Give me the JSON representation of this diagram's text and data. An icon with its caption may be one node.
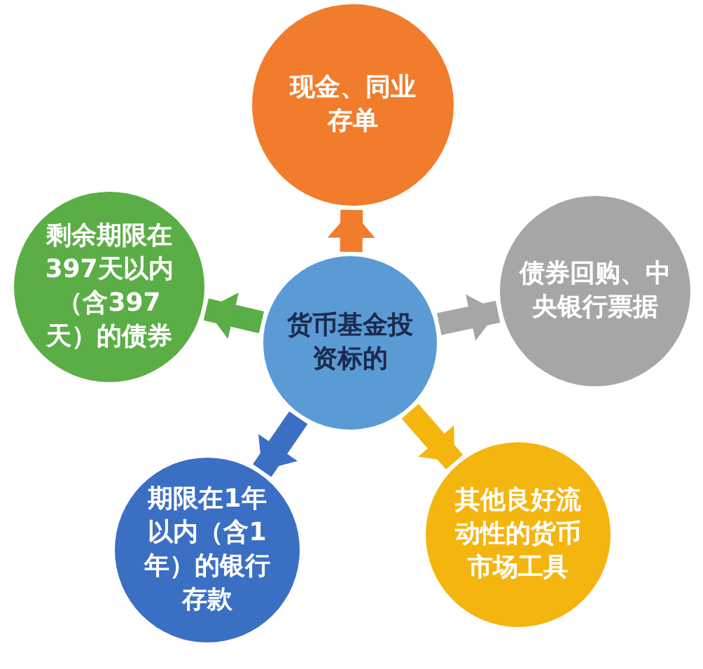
{
  "diagram": {
    "nodes": [
      {
        "text": [
          "货币基金投资标的"
        ]
      },
      {
        "text": [
          "现金、同业存单"
        ]
      },
      {
        "text": [
          "债券回购、中央银行票据"
        ]
      },
      {
        "text": [
          "其他良好流动性的货币市场工具"
        ]
      },
      {
        "text": [
          "期限在1年以内（含1年）的银行存款"
        ]
      },
      {
        "text": [
          "剩余期限在397天以内（含397天）的债券"
        ]
      }
    ],
    "edges": [
      {
        "from": 0,
        "to": 1,
        "arrow": "to",
        "color": "#f07c2c"
      },
      {
        "from": 0,
        "to": 2,
        "arrow": "to",
        "color": "#a6a6a6"
      },
      {
        "from": 0,
        "to": 3,
        "arrow": "to",
        "color": "#f5b50f"
      },
      {
        "from": 0,
        "to": 4,
        "arrow": "to",
        "color": "#3a6fc4"
      },
      {
        "from": 0,
        "to": 5,
        "arrow": "to",
        "color": "#5aae45"
      }
    ]
  }
}
